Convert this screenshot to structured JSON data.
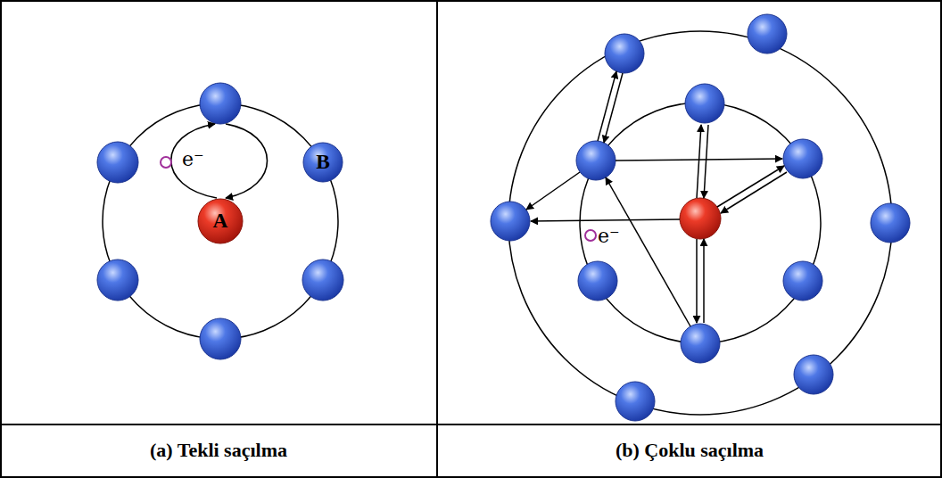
{
  "diagram": {
    "nodes": [
      {
        "text": [
          "(a) Tekli saçılma"
        ]
      },
      {
        "text": [
          "A"
        ],
        "in": 0
      },
      {
        "text": [
          "B"
        ],
        "in": 0
      },
      {
        "text": [
          "(b) Çoklu saçılma"
        ]
      }
    ],
    "labels": [
      "e⁻",
      "e⁻"
    ]
  }
}
